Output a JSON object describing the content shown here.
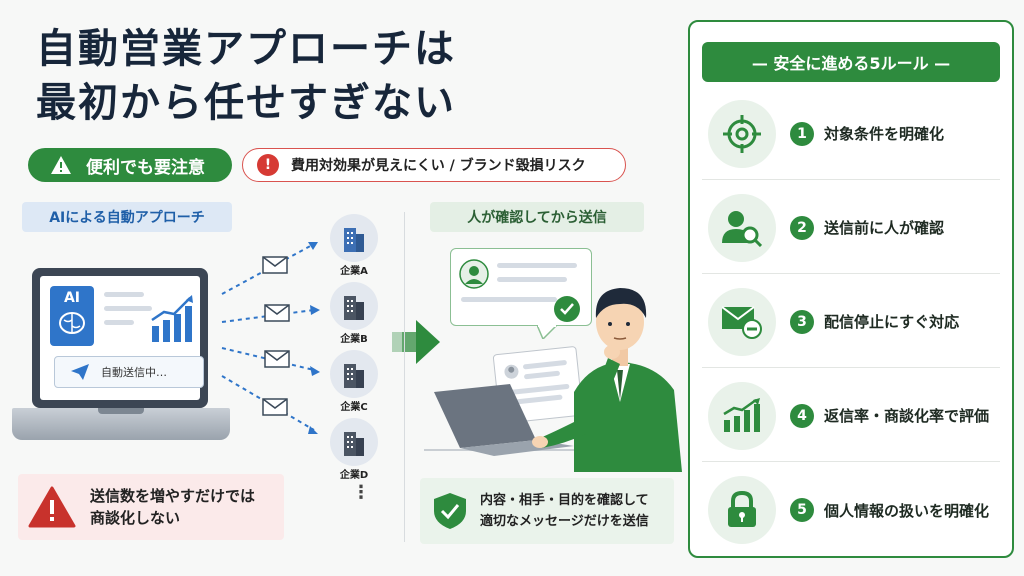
{
  "title": {
    "line1": "自動営業アプローチは",
    "line2": "最初から任せすぎない"
  },
  "notices": {
    "caution": "便利でも要注意",
    "risk": "費用対効果が見えにくい / ブランド毀損リスク"
  },
  "left": {
    "section_label": "AIによる自動アプローチ",
    "ai_badge": "AI",
    "sending_status": "自動送信中…",
    "companies": [
      "企業A",
      "企業B",
      "企業C",
      "企業D"
    ],
    "more": "⋮",
    "warning": {
      "line1": "送信数を増やすだけでは",
      "line2": "商談化しない"
    }
  },
  "middle": {
    "section_label": "人が確認してから送信",
    "confirm": {
      "line1": "内容・相手・目的を確認して",
      "line2": "適切なメッセージだけを送信"
    }
  },
  "rules": {
    "heading": "— 安全に進める5ルール —",
    "items": [
      {
        "num": "1",
        "text": "対象条件を明確化",
        "icon": "target-icon"
      },
      {
        "num": "2",
        "text": "送信前に人が確認",
        "icon": "person-search-icon"
      },
      {
        "num": "3",
        "text": "配信停止にすぐ対応",
        "icon": "mail-minus-icon"
      },
      {
        "num": "4",
        "text": "返信率・商談化率で評価",
        "icon": "bar-chart-icon"
      },
      {
        "num": "5",
        "text": "個人情報の扱いを明確化",
        "icon": "lock-icon"
      }
    ]
  },
  "colors": {
    "accent_green": "#2e8b3e",
    "accent_blue": "#2f75c9",
    "alert_red": "#d63a34"
  }
}
